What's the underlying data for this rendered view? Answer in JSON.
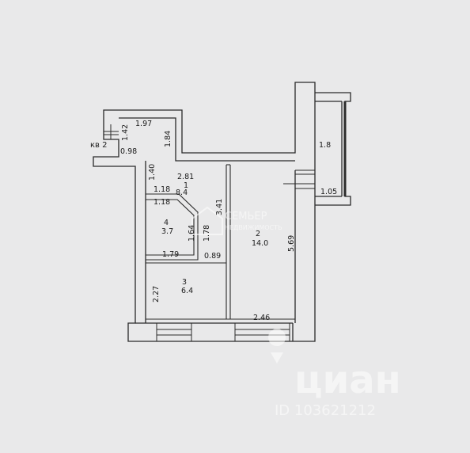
{
  "apartment_label": "кв 2",
  "rooms": [
    {
      "number": "1",
      "area": "8.4"
    },
    {
      "number": "2",
      "area": "14.0"
    },
    {
      "number": "3",
      "area": "6.4"
    },
    {
      "number": "4",
      "area": "3.7"
    }
  ],
  "dimensions": {
    "d197": "1.97",
    "d142": "1.42",
    "d098": "0.98",
    "d184": "1.84",
    "d140": "1.40",
    "d281": "2.81",
    "d118a": "1.18",
    "d118b": "1.18",
    "d164": "1.64",
    "d178": "1.78",
    "d341": "3.41",
    "d179": "1.79",
    "d089": "0.89",
    "d227": "2.27",
    "d569": "5.69",
    "d246": "2.46",
    "d18": "1.8",
    "d105": "1.05"
  },
  "watermark": {
    "agency": "СЕМЬЕР",
    "agency_sub": "НЕДВИЖИМОСТЬ",
    "brand": "циан",
    "listing_id": "ID 103621212"
  }
}
